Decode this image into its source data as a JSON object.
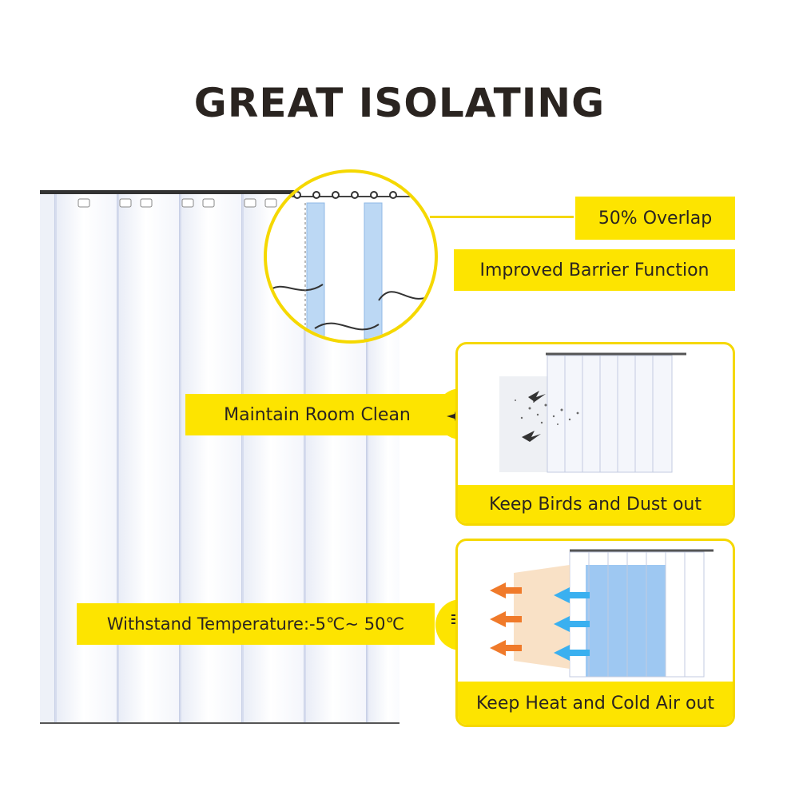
{
  "title": "GREAT ISOLATING",
  "labels": {
    "overlap": "50% Overlap",
    "barrier": "Improved Barrier Function",
    "clean": "Maintain Room Clean",
    "birds": "Keep Birds and Dust out",
    "temperature": "Withstand Temperature:-5℃~ 50℃",
    "heat": "Keep Heat and Cold Air out"
  },
  "icons": {
    "clean": "sparkle-icon",
    "temperature": "thermometer-icon"
  },
  "colors": {
    "accent": "#fde400",
    "text": "#2a2420",
    "warm": "#f07a2a",
    "cold": "#3ab0f0"
  }
}
